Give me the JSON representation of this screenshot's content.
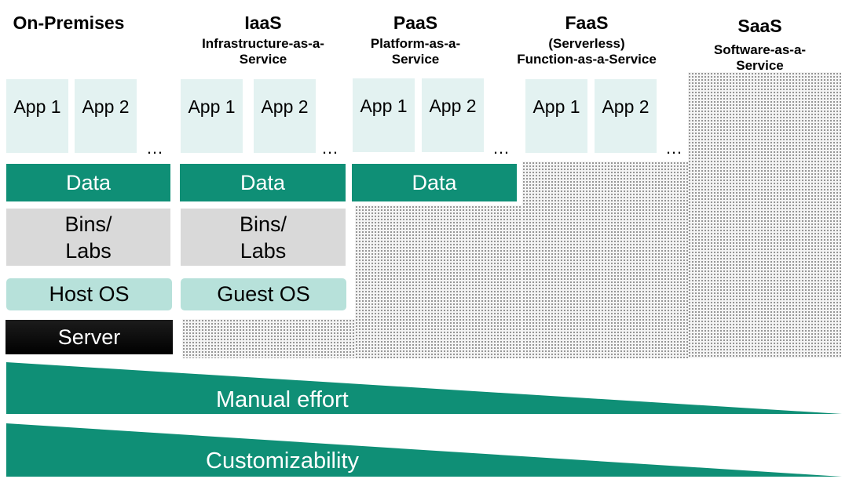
{
  "models": [
    {
      "title": "On-Premises",
      "subtitle": ""
    },
    {
      "title": "IaaS",
      "subtitle": "Infrastructure-as-a-Service"
    },
    {
      "title": "PaaS",
      "subtitle": "Platform-as-a-Service"
    },
    {
      "title": "FaaS",
      "subtitle_line1": "(Serverless)",
      "subtitle": "Function-as-a-Service"
    },
    {
      "title": "SaaS",
      "subtitle": "Software-as-a-Service"
    }
  ],
  "apps": {
    "app1": "App 1",
    "app2": "App 2",
    "more": "…"
  },
  "layers": {
    "data": "Data",
    "bins": "Bins/ Labs",
    "host_os": "Host OS",
    "guest_os": "Guest OS",
    "server": "Server"
  },
  "scales": {
    "manual_effort": "Manual effort",
    "customizability": "Customizability"
  },
  "colors": {
    "green": "#0f8f76",
    "light_teal": "#e3f2f1",
    "os_teal": "#b7e1da",
    "grey": "#d9d9d9",
    "server_black": "#000000"
  }
}
